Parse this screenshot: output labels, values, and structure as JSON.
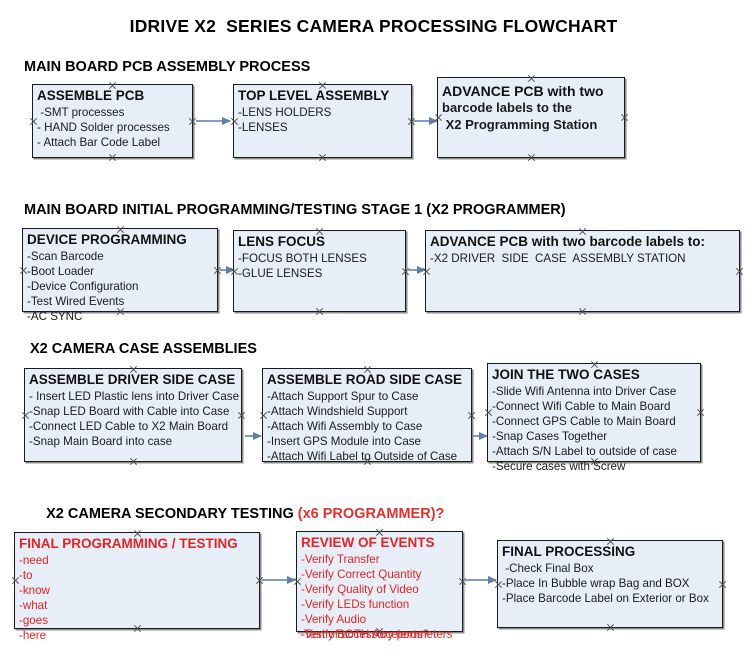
{
  "title": "IDRIVE X2  SERIES CAMERA PROCESSING FLOWCHART",
  "accent_color": "#e02525",
  "node_fill": "#e8eef8",
  "connector_color": "#7e9dc0",
  "sections": [
    {
      "id": "s1",
      "label": "MAIN BOARD PCB ASSEMBLY PROCESS",
      "accent": ""
    },
    {
      "id": "s2",
      "label": "MAIN BOARD INITIAL PROGRAMMING/TESTING STAGE 1 (X2 PROGRAMMER)",
      "accent": ""
    },
    {
      "id": "s3",
      "label": "X2 CAMERA CASE ASSEMBLIES",
      "accent": ""
    },
    {
      "id": "s4",
      "label": "X2 CAMERA SECONDARY TESTING ",
      "accent": "(x6 PROGRAMMER)?"
    }
  ],
  "nodes": {
    "assemble_pcb": {
      "header": "ASSEMBLE PCB",
      "lines": [
        " -SMT processes",
        "- HAND Solder processes",
        "- Attach Bar Code Label"
      ]
    },
    "top_level_assembly": {
      "header": "TOP LEVEL ASSEMBLY",
      "lines": [
        "-LENS HOLDERS",
        "-LENSES"
      ]
    },
    "advance_pcb_station": {
      "header": "ADVANCE PCB with two",
      "lines": [
        "barcode labels to the",
        " X2 Programming Station"
      ]
    },
    "device_programming": {
      "header": "DEVICE PROGRAMMING",
      "lines": [
        "-Scan Barcode",
        "-Boot Loader",
        "-Device Configuration",
        "-Test Wired Events",
        "-AC SYNC"
      ]
    },
    "lens_focus": {
      "header": "LENS FOCUS",
      "lines": [
        "-FOCUS BOTH LENSES",
        "-GLUE LENSES"
      ]
    },
    "advance_pcb_case": {
      "header": "ADVANCE PCB with two barcode labels to:",
      "lines": [
        "-X2 DRIVER  SIDE  CASE  ASSEMBLY STATION"
      ]
    },
    "assemble_driver_side_case": {
      "header": "ASSEMBLE DRIVER SIDE CASE",
      "lines": [
        "- Insert LED Plastic lens into Driver Case",
        "-Snap LED Board with Cable into Case",
        "-Connect LED Cable to X2 Main Board",
        "-Snap Main Board into case"
      ]
    },
    "assemble_road_side_case": {
      "header": "ASSEMBLE ROAD SIDE CASE",
      "lines": [
        "-Attach Support Spur to Case",
        "-Attach Windshield Support",
        "-Attach Wifi Assembly to Case",
        "-Insert GPS Module into Case",
        "-Attach Wifi Label to Outside of Case"
      ]
    },
    "join_the_two_cases": {
      "header": "JOIN THE TWO CASES",
      "lines": [
        "-Slide Wifi Antenna into Driver Case",
        "-Connect Wifi Cable to Main Board",
        "-Connect GPS Cable to Main Board",
        "-Snap Cases Together",
        "-Attach S/N Label to outside of case",
        "-Secure cases with Screw"
      ]
    },
    "final_programming_testing": {
      "header": "FINAL PROGRAMMING / TESTING",
      "lines": [
        "-need",
        "-to",
        "-know",
        "-what",
        "-goes",
        "-here"
      ]
    },
    "review_of_events": {
      "header": "REVIEW OF EVENTS",
      "lines": [
        "-Verify Transfer",
        "-Verify Correct Quantity",
        "-Verify Quality of Video",
        "-Verify LEDs function",
        "-Verify Audio",
        "-Verify BOTH Accelerometers"
      ],
      "overflow_line": "-Test of accessory ports?"
    },
    "final_processing": {
      "header": "FINAL PROCESSING",
      "lines": [
        " -Check Final Box",
        "-Place In Bubble wrap Bag and BOX",
        "-Place Barcode Label on Exterior or Box"
      ]
    }
  }
}
